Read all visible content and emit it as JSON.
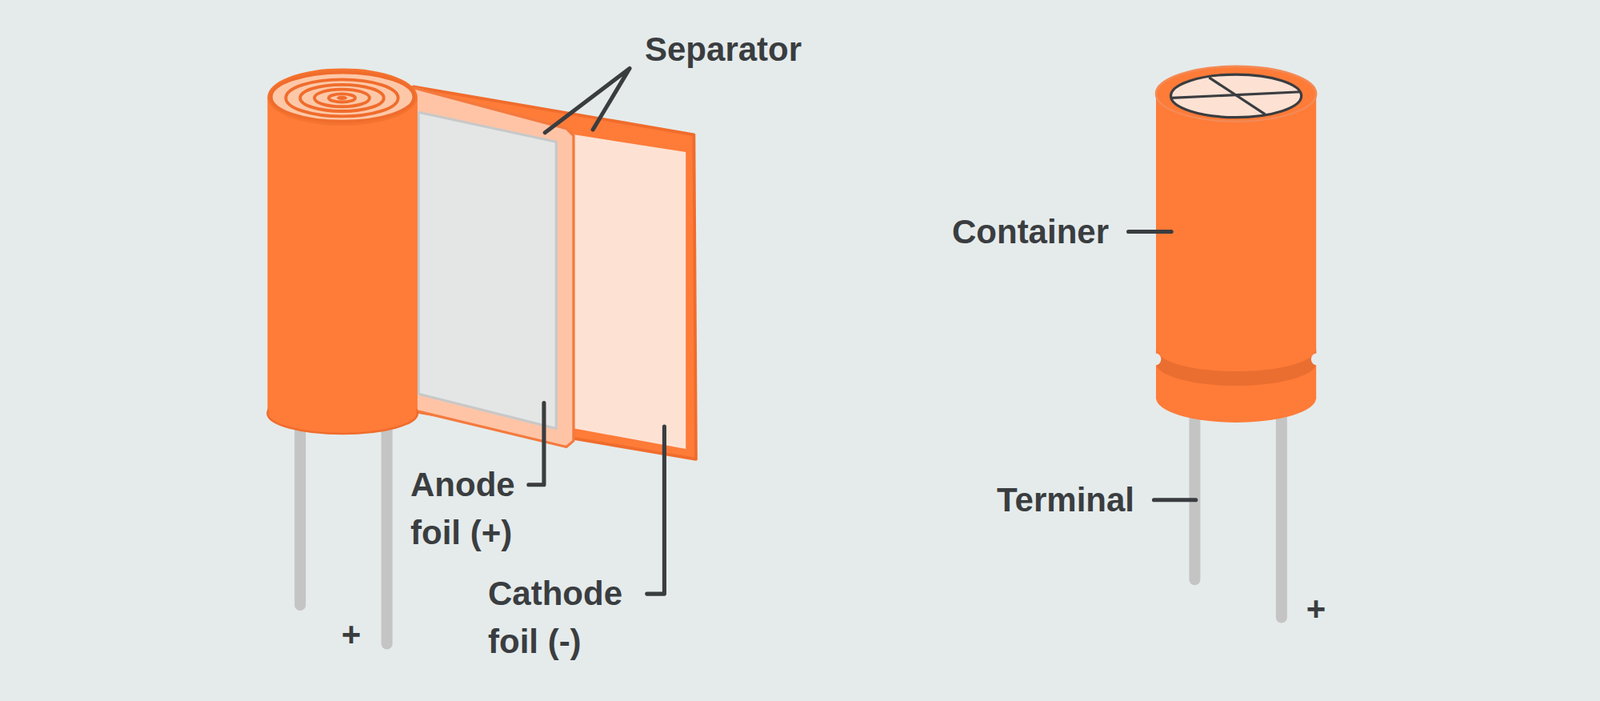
{
  "diagram": {
    "labels": [
      "Separator",
      "Anode foil (+)",
      "Cathode foil (-)",
      "+",
      "Container",
      "Terminal",
      "+"
    ]
  }
}
